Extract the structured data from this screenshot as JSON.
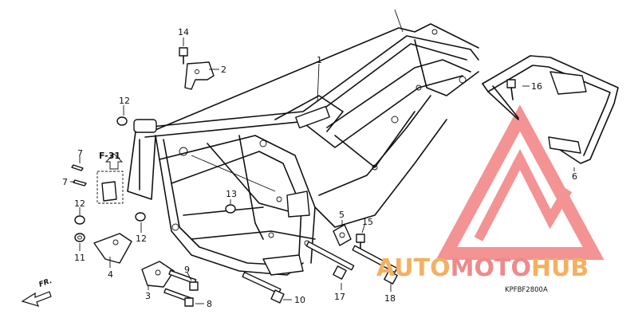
{
  "callouts": {
    "c1": "1",
    "c2": "2",
    "c3": "3",
    "c4": "4",
    "c5": "5",
    "c6": "6",
    "c7a": "7",
    "c7b": "7",
    "c8": "8",
    "c9": "9",
    "c10": "10",
    "c11": "11",
    "c12a": "12",
    "c12b": "12",
    "c12c": "12",
    "c13": "13",
    "c14": "14",
    "c15": "15",
    "c16": "16",
    "c17": "17",
    "c18": "18"
  },
  "reference": "F-31",
  "front_marker": "FR.",
  "diagram_code": "KPFBF2800A",
  "watermark": {
    "part1": "AUTO",
    "part2": "MOTO",
    "part3": "HUB",
    "color_primary": "#f4b060",
    "color_secondary": "#ee8a8a",
    "color_logo": "#f07070"
  }
}
